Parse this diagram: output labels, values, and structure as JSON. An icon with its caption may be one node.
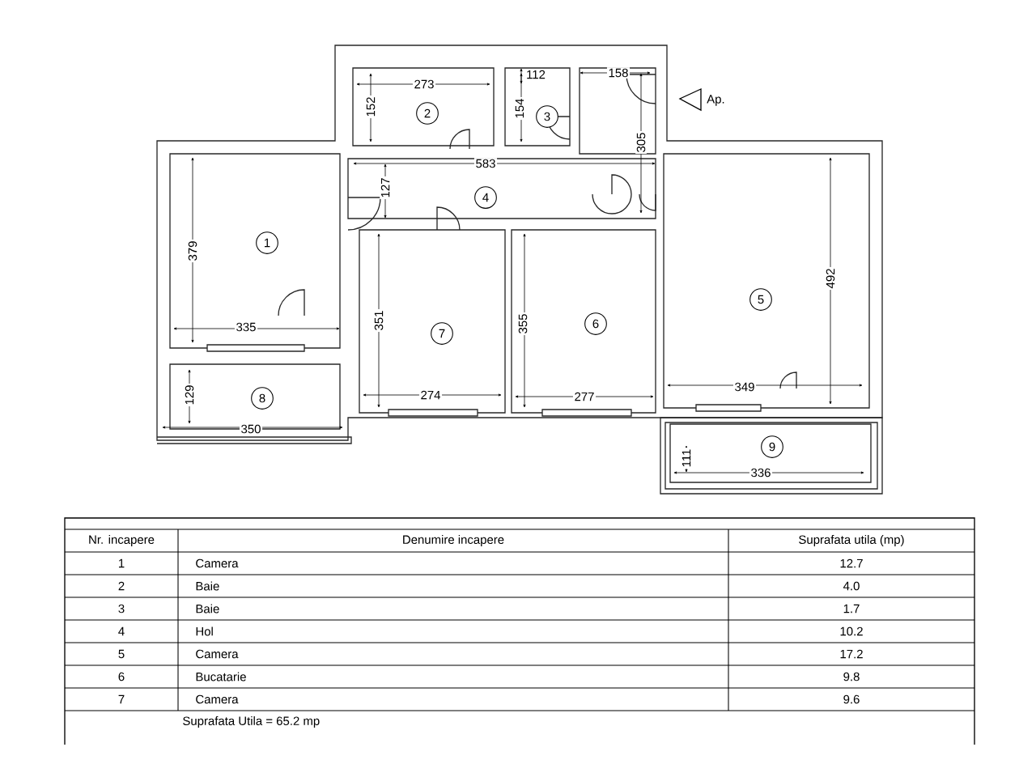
{
  "diagram": {
    "nodes": [
      {
        "text": [
          "1"
        ]
      },
      {
        "text": [
          "2"
        ]
      },
      {
        "text": [
          "3"
        ]
      },
      {
        "text": [
          "4"
        ]
      },
      {
        "text": [
          "5"
        ]
      },
      {
        "text": [
          "6"
        ]
      },
      {
        "text": [
          "7"
        ]
      },
      {
        "text": [
          "8"
        ]
      },
      {
        "text": [
          "9"
        ]
      }
    ],
    "labels": [
      "273",
      "112",
      "158",
      "152",
      "154",
      "Ap.",
      "305",
      "583",
      "127",
      "379",
      "492",
      "351",
      "355",
      "335",
      "274",
      "277",
      "349",
      "129",
      "350",
      "111",
      "336",
      "Nr. incapere",
      "Denumire incapere",
      "Suprafata utila (mp)",
      "1",
      "Camera",
      "12.7",
      "2",
      "Baie",
      "4.0",
      "3",
      "Baie",
      "1.7",
      "4",
      "Hol",
      "10.2",
      "5",
      "Camera",
      "17.2",
      "6",
      "Bucatarie",
      "9.8",
      "7",
      "Camera",
      "9.6",
      "Suprafata Utila  = 65.2 mp"
    ]
  }
}
